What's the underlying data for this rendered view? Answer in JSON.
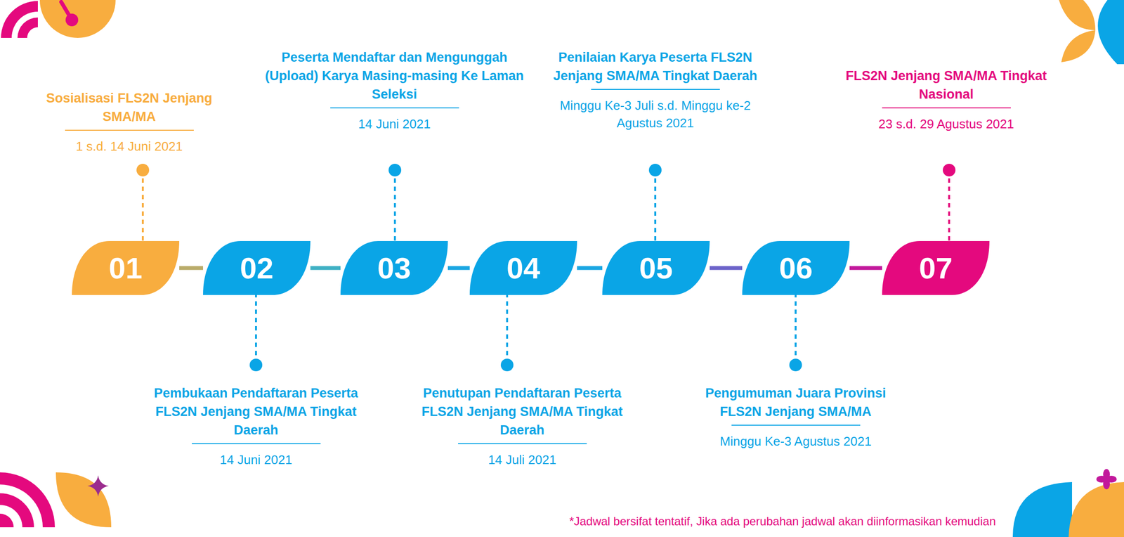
{
  "diagram": {
    "nodes": [
      {
        "text": [
          "01"
        ]
      },
      {
        "text": [
          "02"
        ]
      },
      {
        "text": [
          "03"
        ]
      },
      {
        "text": [
          "04"
        ]
      },
      {
        "text": [
          "05"
        ]
      },
      {
        "text": [
          "06"
        ]
      },
      {
        "text": [
          "07"
        ]
      }
    ],
    "edges": [
      {
        "from": 0,
        "to": 1,
        "arrow": "none"
      },
      {
        "from": 1,
        "to": 2,
        "arrow": "none"
      },
      {
        "from": 2,
        "to": 3,
        "arrow": "none"
      },
      {
        "from": 3,
        "to": 4,
        "arrow": "none"
      },
      {
        "from": 4,
        "to": 5,
        "arrow": "none"
      },
      {
        "from": 5,
        "to": 6,
        "arrow": "none"
      }
    ],
    "labels": [
      "Sosialisasi FLS2N Jenjang SMA/MA",
      "1 s.d. 14 Juni 2021",
      "Pembukaan Pendaftaran Peserta FLS2N Jenjang SMA/MA Tingkat Daerah",
      "14 Juni 2021",
      "Peserta Mendaftar dan Mengunggah (Upload) Karya Masing-masing Ke Laman Seleksi",
      "14 Juni 2021",
      "Penutupan Pendaftaran Peserta FLS2N Jenjang SMA/MA Tingkat Daerah",
      "14 Juli 2021",
      "Penilaian Karya Peserta FLS2N Jenjang SMA/MA Tingkat Daerah",
      "Minggu Ke-3 Juli s.d. Minggu ke-2 Agustus 2021",
      "Pengumuman Juara Provinsi FLS2N Jenjang SMA/MA",
      "Minggu Ke-3 Agustus 2021",
      "FLS2N Jenjang SMA/MA Tingkat Nasional",
      "23 s.d. 29 Agustus 2021",
      "*Jadwal bersifat tentatif, Jika ada perubahan jadwal akan diinformasikan kemudian"
    ]
  }
}
